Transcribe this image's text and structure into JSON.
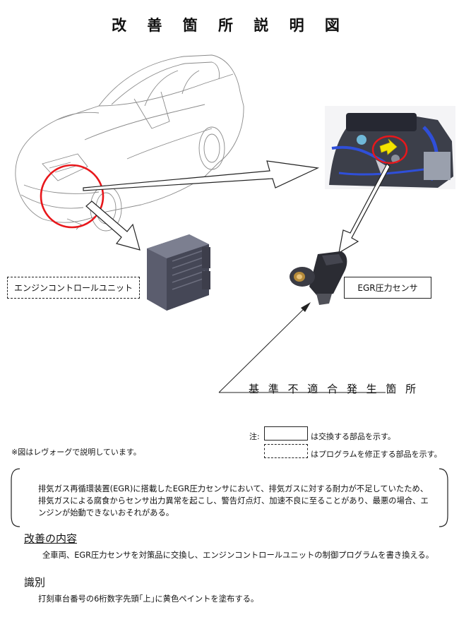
{
  "title": "改 善 箇 所 説 明 図",
  "labels": {
    "ecu": "エンジンコントロールユニット",
    "egr_sensor": "EGR圧力センサ",
    "occurrence_location": "基 準 不 適 合 発 生 箇 所"
  },
  "legend": {
    "note_prefix": "注:",
    "solid_box_meaning": "は交換する部品を示す。",
    "dashed_box_meaning": "はプログラムを修正する部品を示す。"
  },
  "footnote": "※図はレヴォーグで説明しています。",
  "description": "排気ガス再循環装置(EGR)に搭載したEGR圧力センサにおいて、排気ガスに対する耐力が不足していたため、排気ガスによる腐食からセンサ出力異常を起こし、警告灯点灯、加速不良に至ることがあり、最悪の場合、エンジンが始動できないおそれがある。",
  "improvement": {
    "heading": "改善の内容",
    "text": "全車両、EGR圧力センサを対策品に交換し、エンジンコントロールユニットの制御プログラムを書き換える。"
  },
  "identification": {
    "heading": "識別",
    "text": "打刻車台番号の6桁数字先頭｢上｣に黄色ペイントを塗布する。"
  },
  "colors": {
    "highlight_circle": "#e8171b",
    "highlight_arrow": "#f2e400",
    "engine_blue": "#2f4fd9",
    "ecu_body": "#5b5d6e"
  }
}
